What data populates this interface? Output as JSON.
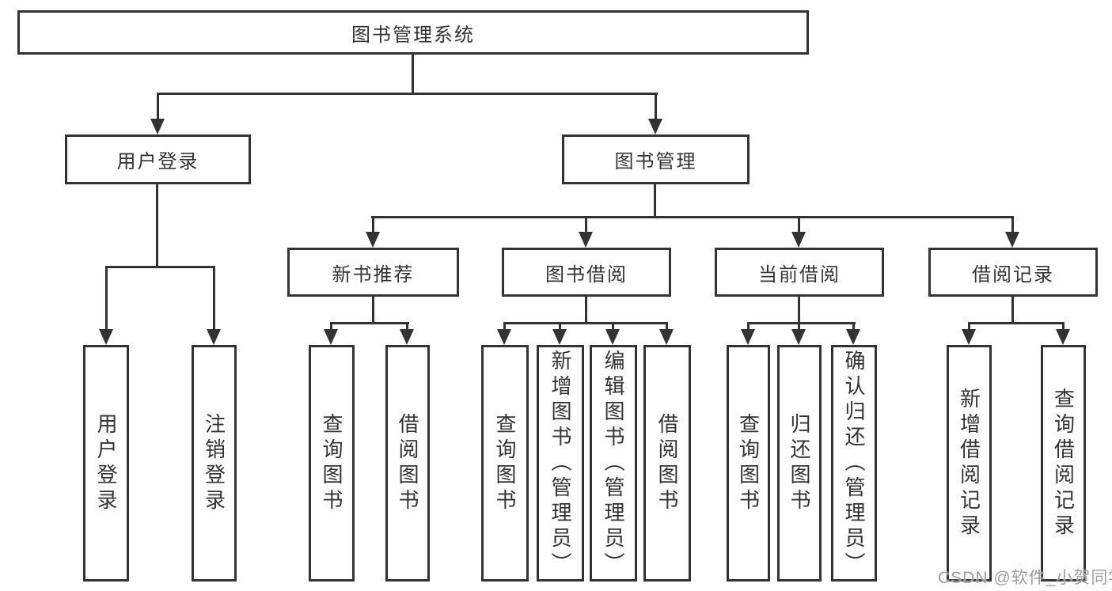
{
  "colors": {
    "line": "#333333",
    "bg": "#ffffff",
    "text": "#333333",
    "watermark": "#9e9e9e"
  },
  "watermark": {
    "text": "CSDN @软件_小贺同学"
  },
  "tree": {
    "label": "图书管理系统",
    "children": [
      {
        "label": "用户登录",
        "children": [
          {
            "label": "用户登录"
          },
          {
            "label": "注销登录"
          }
        ]
      },
      {
        "label": "图书管理",
        "children": [
          {
            "label": "新书推荐",
            "children": [
              {
                "label": "查询图书"
              },
              {
                "label": "借阅图书"
              }
            ]
          },
          {
            "label": "图书借阅",
            "children": [
              {
                "label": "查询图书"
              },
              {
                "label": "新增图书（管理员）"
              },
              {
                "label": "编辑图书（管理员）"
              },
              {
                "label": "借阅图书"
              }
            ]
          },
          {
            "label": "当前借阅",
            "children": [
              {
                "label": "查询图书"
              },
              {
                "label": "归还图书"
              },
              {
                "label": "确认归还（管理员）"
              }
            ]
          },
          {
            "label": "借阅记录",
            "children": [
              {
                "label": "新增借阅记录"
              },
              {
                "label": "查询借阅记录"
              }
            ]
          }
        ]
      }
    ]
  }
}
